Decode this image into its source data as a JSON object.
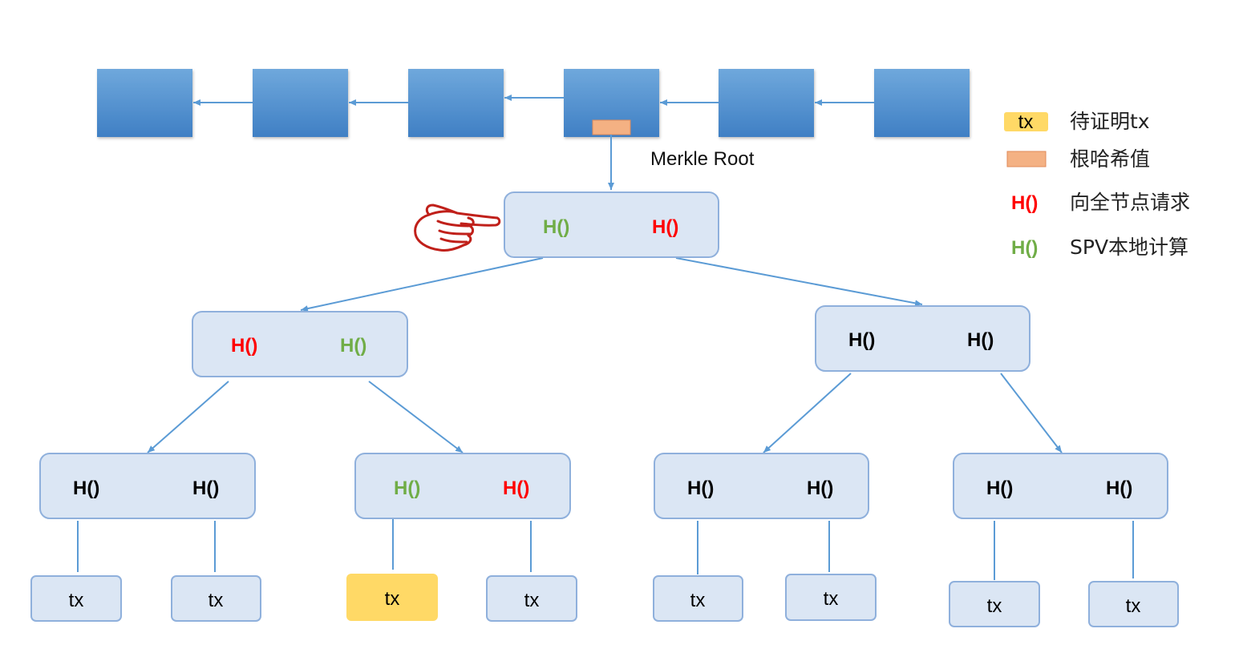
{
  "colors": {
    "block_fill": "#5b9bd5",
    "block_fill_dark": "#4681c4",
    "node_fill": "#dbe6f4",
    "node_stroke": "#8fb0dc",
    "line": "#5b9bd5",
    "root_fill": "#f4b183",
    "tx_highlight": "#ffd966",
    "green": "#70ad47",
    "red": "#ff0000",
    "pointer": "#c0201a"
  },
  "merkle_root_label": "Merkle Root",
  "tree": {
    "root": {
      "left": "H()",
      "right": "H()",
      "left_color": "green",
      "right_color": "red"
    },
    "l1_left": {
      "left": "H()",
      "right": "H()",
      "left_color": "red",
      "right_color": "green"
    },
    "l1_right": {
      "left": "H()",
      "right": "H()",
      "left_color": "black",
      "right_color": "black"
    },
    "l2": [
      {
        "left": "H()",
        "right": "H()",
        "left_color": "black",
        "right_color": "black"
      },
      {
        "left": "H()",
        "right": "H()",
        "left_color": "green",
        "right_color": "red"
      },
      {
        "left": "H()",
        "right": "H()",
        "left_color": "black",
        "right_color": "black"
      },
      {
        "left": "H()",
        "right": "H()",
        "left_color": "black",
        "right_color": "black"
      }
    ],
    "leaves": [
      {
        "label": "tx",
        "highlight": false
      },
      {
        "label": "tx",
        "highlight": false
      },
      {
        "label": "tx",
        "highlight": true
      },
      {
        "label": "tx",
        "highlight": false
      },
      {
        "label": "tx",
        "highlight": false
      },
      {
        "label": "tx",
        "highlight": false
      },
      {
        "label": "tx",
        "highlight": false
      },
      {
        "label": "tx",
        "highlight": false
      }
    ]
  },
  "legend": {
    "items": [
      {
        "symbol": "tx",
        "symbol_type": "yellow-box",
        "text": "待证明tx"
      },
      {
        "symbol": "",
        "symbol_type": "orange-box",
        "text": "根哈希值"
      },
      {
        "symbol": "H()",
        "symbol_type": "red-text",
        "text": "向全节点请求"
      },
      {
        "symbol": "H()",
        "symbol_type": "green-text",
        "text": "SPV本地计算"
      }
    ]
  },
  "icons": {
    "pointer": "pointing-hand-icon"
  }
}
